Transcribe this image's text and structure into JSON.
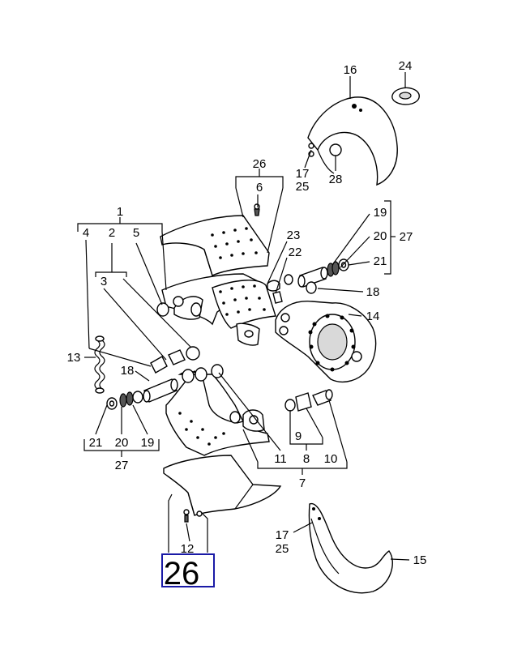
{
  "diagram": {
    "callouts": {
      "c24": "24",
      "c16": "16",
      "c17a": "17",
      "c25a": "25",
      "c28": "28",
      "c26top": "26",
      "c6": "6",
      "c1": "1",
      "c4": "4",
      "c2": "2",
      "c5": "5",
      "c3": "3",
      "c23": "23",
      "c22": "22",
      "c19r": "19",
      "c20r": "20",
      "c27r": "27",
      "c21r": "21",
      "c18r": "18",
      "c14": "14",
      "c13": "13",
      "c18l": "18",
      "c21l": "21",
      "c20l": "20",
      "c19l": "19",
      "c27l": "27",
      "c9": "9",
      "c8": "8",
      "c11": "11",
      "c10": "10",
      "c7": "7",
      "c12": "12",
      "c17b": "17",
      "c25b": "25",
      "c15": "15"
    },
    "highlight": {
      "label": "26",
      "color": "#1a1aa6"
    }
  }
}
